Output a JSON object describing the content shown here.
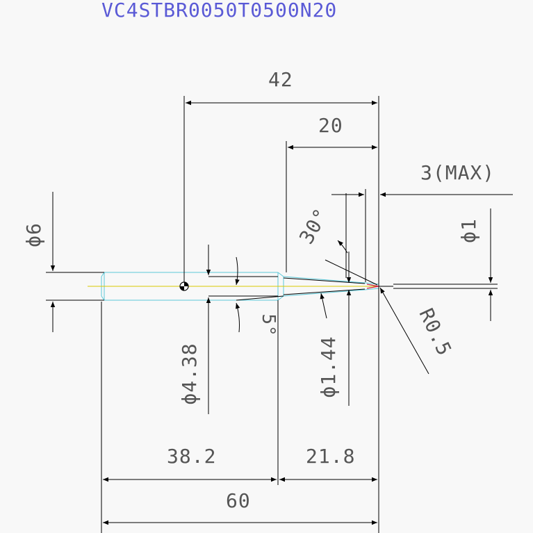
{
  "title": {
    "part_number": "VC4STBR0050T0500N20"
  },
  "dimensions": {
    "overall_top": "42",
    "taper_top": "20",
    "neck_max": "3(MAX)",
    "shank_dia": "ϕ6",
    "tip_dia": "ϕ1",
    "angle_30": "30°",
    "angle_5": "5°",
    "radius": "R0.5",
    "dia_438": "ϕ4.38",
    "dia_144": "ϕ1.44",
    "shank_len": "38.2",
    "taper_len": "21.8",
    "overall_len": "60"
  },
  "colors": {
    "title": "#5a5ad6",
    "outline": "#5cc8d8",
    "center_line": "#d8c800",
    "tip_mark": "#cc2244"
  }
}
